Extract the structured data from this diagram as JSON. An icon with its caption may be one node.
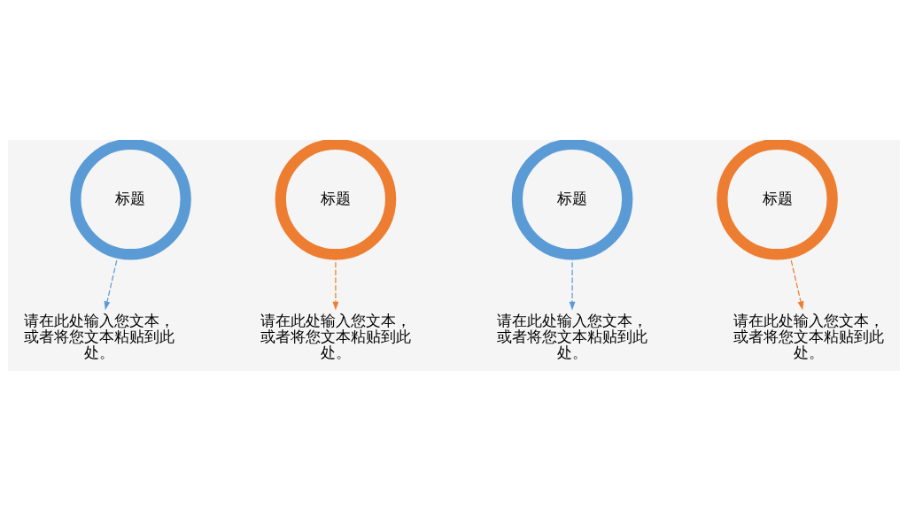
{
  "diagram": {
    "nodes": [
      {
        "text": [
          "标题"
        ]
      },
      {
        "text": [
          "请在此处输入您文本，或者将您文本粘贴到此处。"
        ]
      },
      {
        "text": [
          "标题"
        ]
      },
      {
        "text": [
          "请在此处输入您文本，或者将您文本粘贴到此处。"
        ]
      },
      {
        "text": [
          "标题"
        ]
      },
      {
        "text": [
          "请在此处输入您文本，或者将您文本粘贴到此处。"
        ]
      },
      {
        "text": [
          "标题"
        ]
      },
      {
        "text": [
          "请在此处输入您文本，或者将您文本粘贴到此处。"
        ]
      }
    ],
    "edges": [
      {
        "from": 0,
        "to": 1,
        "arrow": "to",
        "style": "dashed",
        "color": "#5b9bd5"
      },
      {
        "from": 2,
        "to": 3,
        "arrow": "to",
        "style": "dashed",
        "color": "#ed7d31"
      },
      {
        "from": 4,
        "to": 5,
        "arrow": "to",
        "style": "dashed",
        "color": "#5b9bd5"
      },
      {
        "from": 6,
        "to": 7,
        "arrow": "to",
        "style": "dashed",
        "color": "#ed7d31"
      }
    ]
  }
}
